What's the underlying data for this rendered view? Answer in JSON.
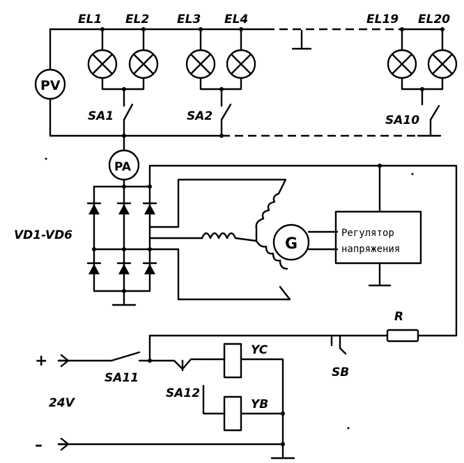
{
  "diagram": {
    "lamps": [
      "EL1",
      "EL2",
      "EL3",
      "EL4",
      "EL19",
      "EL20"
    ],
    "switches": [
      "SA1",
      "SA2",
      "SA10",
      "SA11",
      "SA12"
    ],
    "voltmeter": "PV",
    "ammeter": "PA",
    "diodes": "VD1-VD6",
    "generator": "G",
    "regulator": {
      "line1": "Регулятор",
      "line2": "напряжения"
    },
    "resistor": "R",
    "button": "SB",
    "coils": [
      "YC",
      "YB"
    ],
    "supply": {
      "plus": "+",
      "minus": "–",
      "voltage": "24V"
    }
  }
}
